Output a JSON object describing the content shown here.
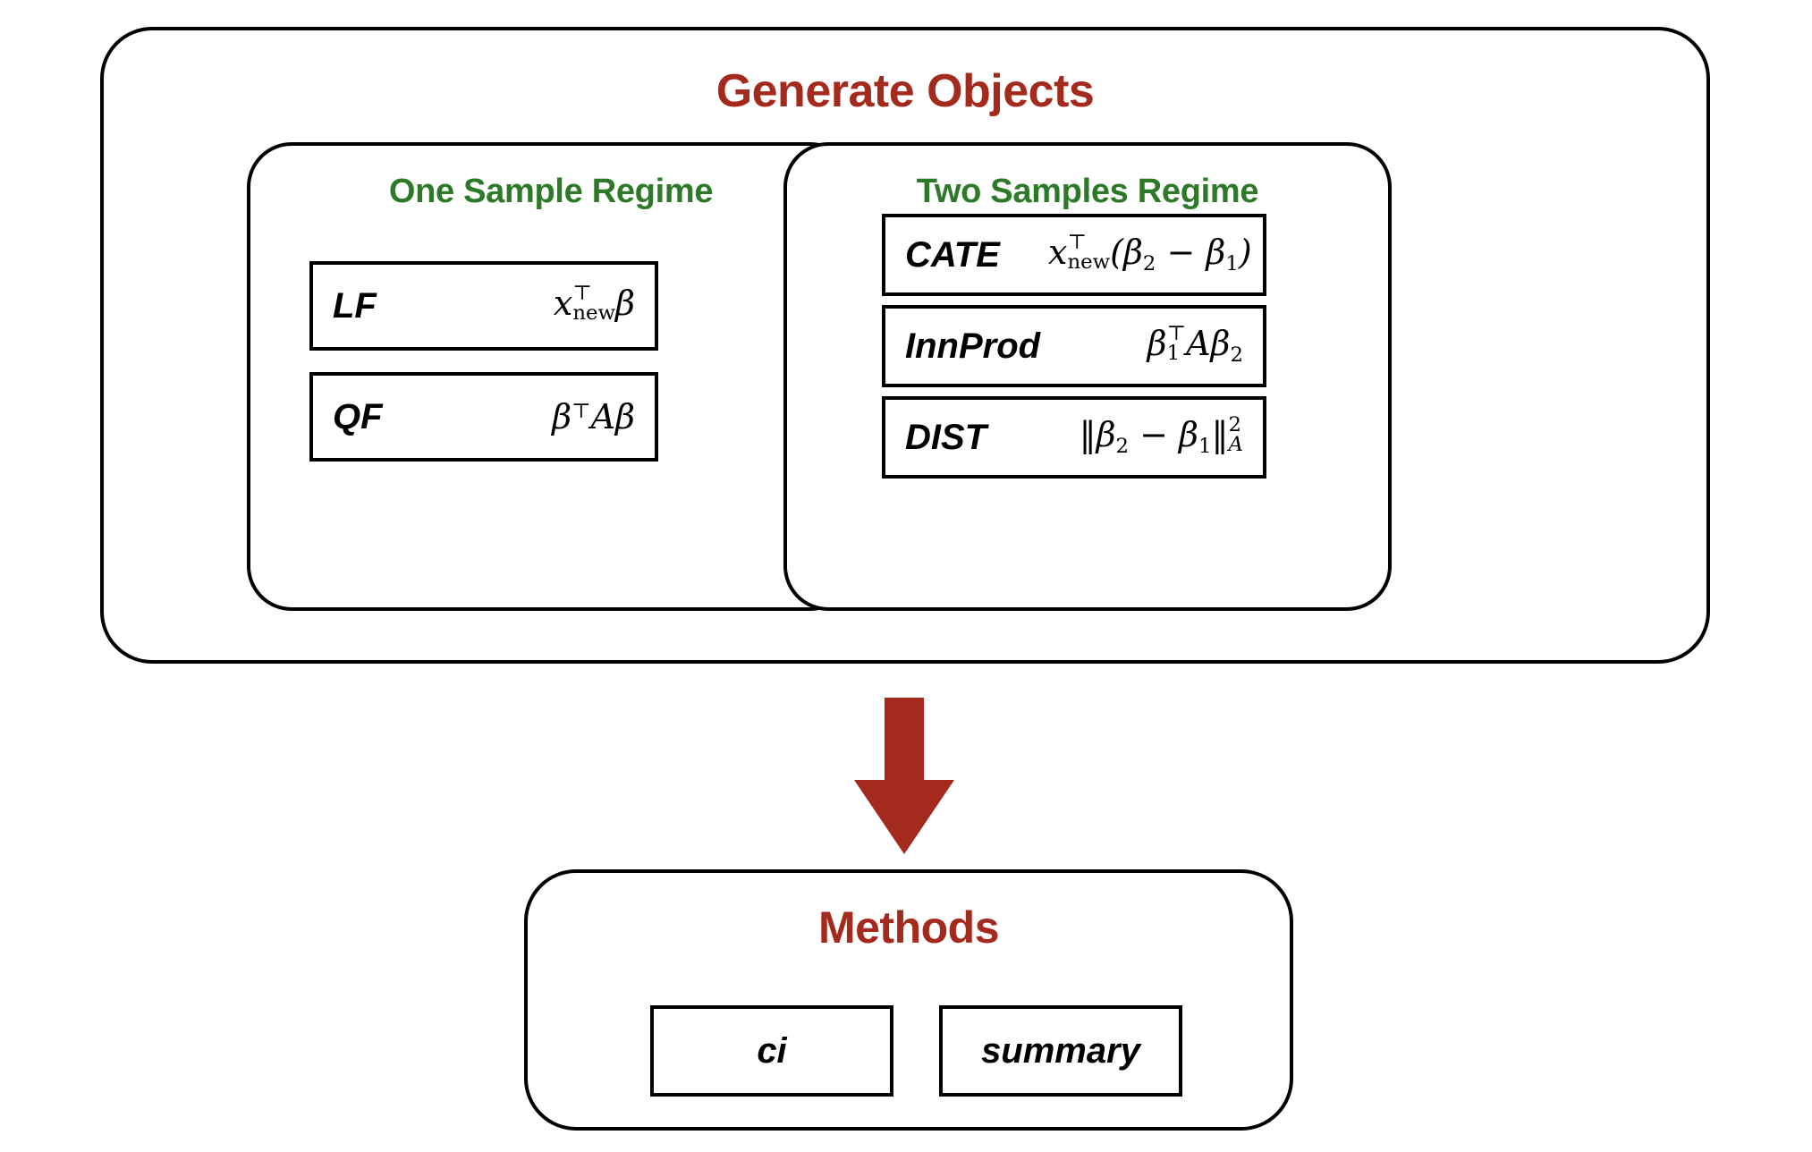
{
  "diagram": {
    "colors": {
      "title_red": "#A52A1E",
      "regime_green": "#2C7A27",
      "arrow_red": "#A52A1E",
      "stroke_black": "#000000",
      "background": "#FFFFFF"
    },
    "generate": {
      "title": "Generate Objects",
      "regimes": [
        {
          "title": "One Sample Regime",
          "objects": [
            {
              "name": "LF",
              "formula_plain": "xᵀ_new β"
            },
            {
              "name": "QF",
              "formula_plain": "βᵀ A β"
            }
          ]
        },
        {
          "title": "Two Samples Regime",
          "objects": [
            {
              "name": "CATE",
              "formula_plain": "xᵀ_new (β₂ − β₁)"
            },
            {
              "name": "InnProd",
              "formula_plain": "β₁ᵀ A β₂"
            },
            {
              "name": "DIST",
              "formula_plain": "‖β₂ − β₁‖²_A"
            }
          ]
        }
      ]
    },
    "arrow": {
      "icon": "arrow-down-icon",
      "direction": "down"
    },
    "methods": {
      "title": "Methods",
      "items": [
        {
          "name": "ci"
        },
        {
          "name": "summary"
        }
      ]
    }
  }
}
